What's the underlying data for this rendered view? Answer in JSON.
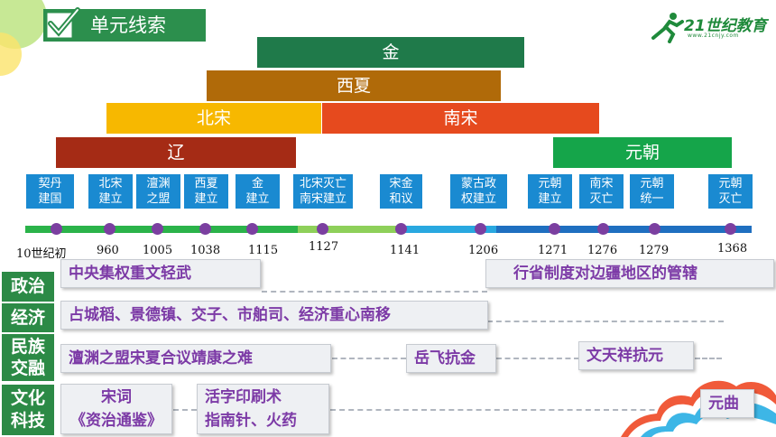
{
  "header": {
    "title": "单元线索"
  },
  "logo": {
    "brand": "21世纪教育",
    "sub": "www.21cnjy.com"
  },
  "dynasties": [
    {
      "label": "金",
      "color": "#1f7a4a"
    },
    {
      "label": "西夏",
      "color": "#b06a09"
    },
    {
      "label": "北宋",
      "color": "#f7b800"
    },
    {
      "label": "南宋",
      "color": "#e64a1e"
    },
    {
      "label": "辽",
      "color": "#a52b15"
    },
    {
      "label": "元朝",
      "color": "#15a54a"
    }
  ],
  "events": [
    {
      "line1": "契丹",
      "line2": "建国"
    },
    {
      "line1": "北宋",
      "line2": "建立"
    },
    {
      "line1": "澶渊",
      "line2": "之盟"
    },
    {
      "line1": "西夏",
      "line2": "建立"
    },
    {
      "line1": "金",
      "line2": "建立"
    },
    {
      "line1": "北宋灭亡",
      "line2": "南宋建立"
    },
    {
      "line1": "宋金",
      "line2": "和议"
    },
    {
      "line1": "蒙古政",
      "line2": "权建立"
    },
    {
      "line1": "元朝",
      "line2": "建立"
    },
    {
      "line1": "南宋",
      "line2": "灭亡"
    },
    {
      "line1": "元朝",
      "line2": "统一"
    },
    {
      "line1": "元朝",
      "line2": "灭亡"
    }
  ],
  "timeline": {
    "years": [
      "10世纪初",
      "960",
      "1005",
      "1038",
      "1115",
      "1127",
      "1141",
      "1206",
      "1271",
      "1276",
      "1279",
      "1368"
    ],
    "colors": {
      "green": "#2bb34a",
      "lightgreen": "#8ed05a",
      "sky": "#29a8e0",
      "blue": "#1f6fc0",
      "dot": "#7b3fa0"
    }
  },
  "rows": [
    {
      "label": "政治"
    },
    {
      "label": "经济"
    },
    {
      "label": "民族交融",
      "line1": "民族",
      "line2": "交融"
    },
    {
      "label": "文化科技",
      "line1": "文化",
      "line2": "科技"
    }
  ],
  "boxes": {
    "politics_left": "中央集权重文轻武",
    "politics_right": "行省制度对边疆地区的管辖",
    "economy": "占城稻、景德镇、交子、市舶司、经济重心南移",
    "ethnic_left": "澶渊之盟宋夏合议靖康之难",
    "ethnic_mid": "岳飞抗金",
    "ethnic_right": "文天祥抗元",
    "culture_1_line1": "宋词",
    "culture_1_line2": "《资治通鉴》",
    "culture_2_line1": "活字印刷术",
    "culture_2_line2": "指南针、火药",
    "culture_3": "元曲"
  },
  "colors": {
    "header_green": "#2c8f4d",
    "event_blue": "#1a8ad1",
    "box_text_purple": "#7c3aa6",
    "row_label_green": "#2c8a46"
  }
}
